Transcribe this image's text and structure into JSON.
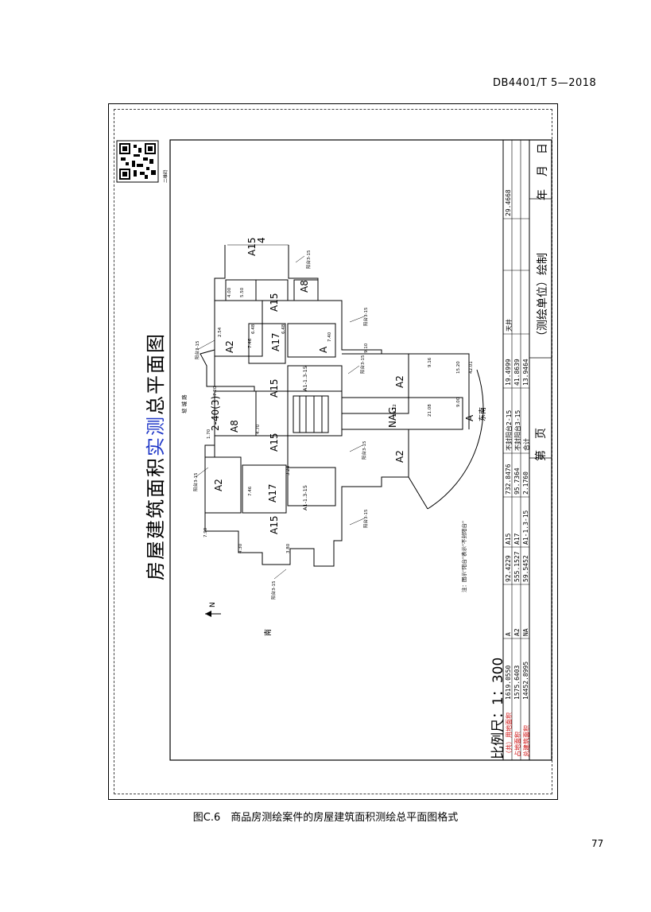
{
  "header": {
    "standard_code": "DB4401/T 5—2018"
  },
  "drawing": {
    "title_prefix": "房屋建筑面积",
    "title_highlight": "实测",
    "title_suffix": "总平面图",
    "scale_label": "比例尺：1：300",
    "north_label": "N",
    "north_text": "东南",
    "legend_note": "注：图示\"阳台\"表示\"不封阳台\"",
    "compass_text": "坡 城 路",
    "road_text": "南",
    "qr_caption": "二维码",
    "signature": "（测绘单位）绘制",
    "page_label": "第　页",
    "date_year": "年",
    "date_month": "月",
    "date_day": "日",
    "area_table": {
      "rows": [
        {
          "label": "（共）用地面积",
          "value": "1619.0550",
          "c1": "A",
          "c2": "92.4229",
          "c3": "A15",
          "c4": "732.8476",
          "c5": "不封阳台2-15",
          "c6": "19.4999",
          "c7": "天井",
          "c8": "29.4668"
        },
        {
          "label": "占地面积",
          "value": "1575.6403",
          "c1": "A2",
          "c2": "555.1527",
          "c3": "A17",
          "c4": "95.7364",
          "c5": "不封阳台3-15",
          "c6": "41.8639",
          "c7": "",
          "c8": ""
        },
        {
          "label": "总建筑面积",
          "value": "14452.8995",
          "c1": "NA",
          "c2": "59.5452",
          "c3": "A1-1.3-15",
          "c4": "2.1760",
          "c5": "合计",
          "c6": "13.9464",
          "c7": "",
          "c8": ""
        }
      ]
    },
    "rooms": {
      "a15_top": "A15",
      "a15_4": "4",
      "a17_upper": "A17",
      "a17_lower": "A17",
      "a15_mid_upper": "A15",
      "a15_mid_lower": "A15",
      "a15_left": "A15",
      "a_upper": "A",
      "a8_upper": "A8",
      "a8_left": "A8",
      "a2_upper_right": "A2",
      "a2_lower_right": "A2",
      "a2_upper_left": "A2",
      "a2_lower_left": "A2",
      "nag": "NAG",
      "a_right": "A",
      "stair_upper": "A1-1.3-15",
      "stair_lower": "A1-1.3-15",
      "unit_label": "2-40(3)"
    },
    "dims": {
      "d7_20": "7.20",
      "d4_70": "4.70",
      "d7_46": "7.46",
      "d9_16": "9.16",
      "d20_12": "20.12",
      "d21_08": "21.08",
      "d15_20": "15.20",
      "d42_01": "42.01",
      "d9_00": "9.00",
      "d7_90": "7.90",
      "d4_30": "4.30",
      "d3_80": "3.80",
      "d6_48": "6.48",
      "d3_24": "3.24",
      "d9_10": "9.10",
      "d2_54": "2.54",
      "d1_70": "1.70",
      "d7_40": "7.40",
      "d5_50": "5.50",
      "d4_00": "4.00"
    },
    "balcony": "阳台3-15"
  },
  "caption": "图C.6　商品房测绘案件的房屋建筑面积测绘总平面图格式",
  "page_number": "77"
}
